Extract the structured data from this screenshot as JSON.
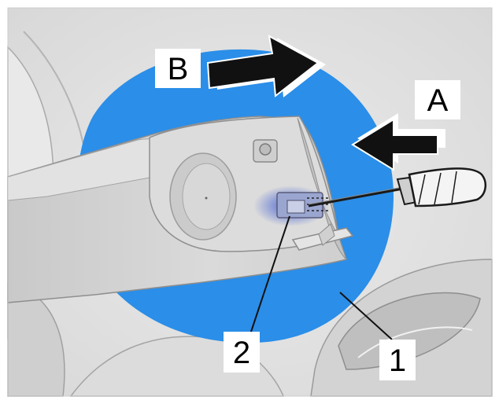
{
  "figure": {
    "callouts": {
      "arrow_a": "A",
      "arrow_b": "B",
      "part_1": "1",
      "part_2": "2"
    },
    "colors": {
      "disc": "#2b8ee8",
      "background": "#e4e4e4",
      "panel": "#d5d5d5",
      "lever": "#d2d2d2",
      "arrow": "#111111",
      "highlight": "#3a5fd8"
    },
    "icons": [
      "screwdriver-icon",
      "arrow-a-icon",
      "arrow-b-icon"
    ]
  }
}
